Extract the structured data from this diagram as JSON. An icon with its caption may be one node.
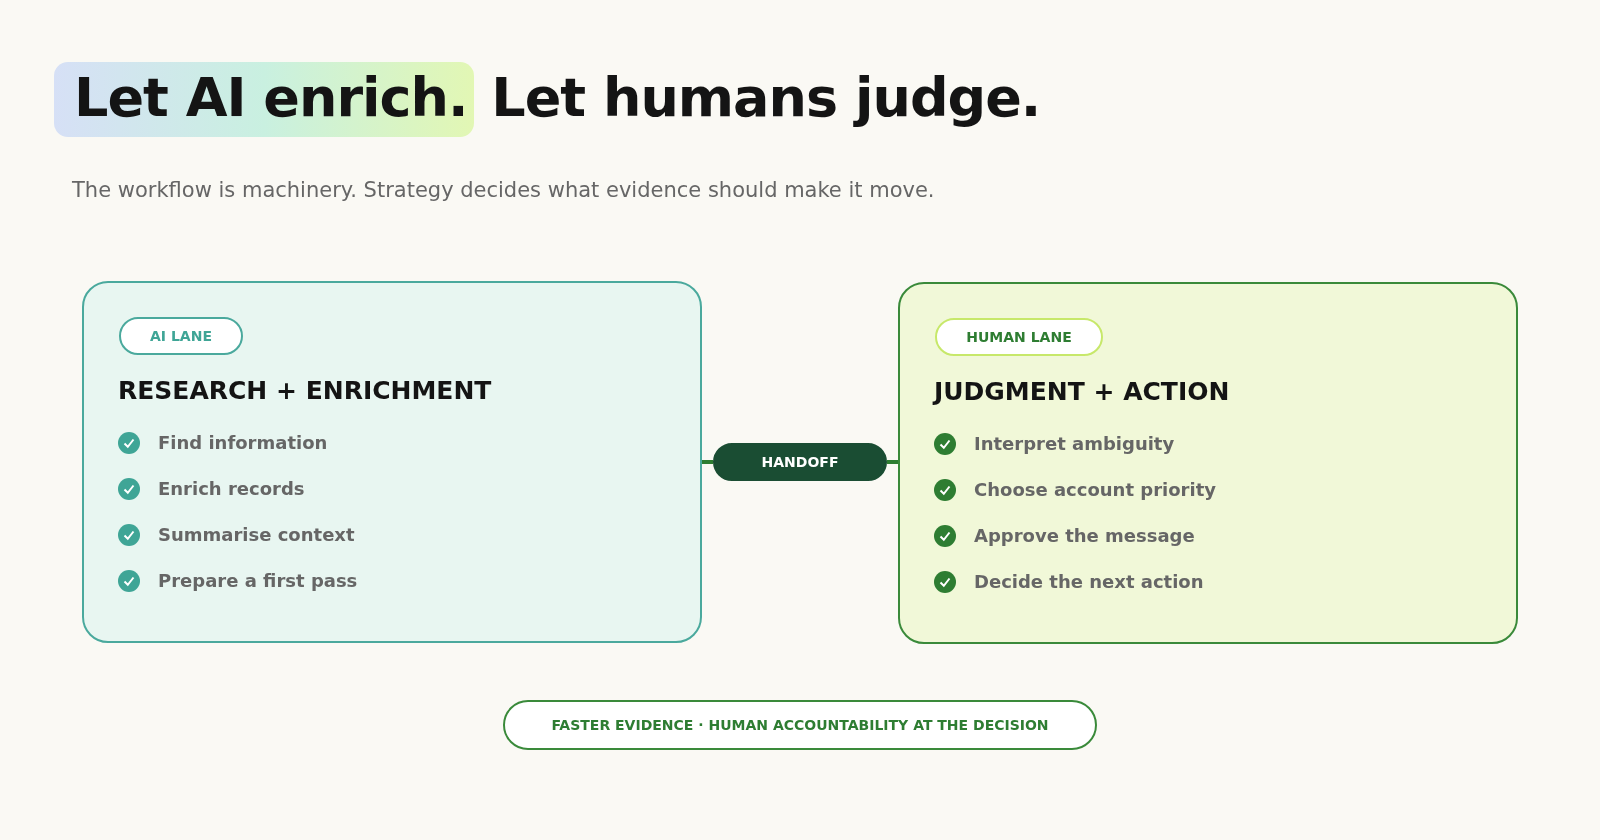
{
  "diagram": {
    "title": "Let AI enrich. Let humans judge.",
    "nodes": [
      {
        "text": [
          "RESEARCH + ENRICHMENT",
          "Find information",
          "Enrich records",
          "Summarise context",
          "Prepare a first pass"
        ]
      },
      {
        "text": [
          "AI LANE"
        ],
        "in": 0
      },
      {
        "text": [
          "HANDOFF"
        ]
      },
      {
        "text": [
          "JUDGMENT + ACTION",
          "Interpret ambiguity",
          "Choose account priority",
          "Approve the message",
          "Decide the next action"
        ]
      },
      {
        "text": [
          "HUMAN LANE"
        ],
        "in": 3
      },
      {
        "text": [
          "FASTER EVIDENCE · HUMAN ACCOUNTABILITY AT THE DECISION"
        ]
      }
    ],
    "edges": [
      {
        "from": 0,
        "to": 2,
        "arrow": "none"
      },
      {
        "from": 2,
        "to": 3,
        "arrow": "none"
      }
    ],
    "labels": [
      "The workflow is machinery. Strategy decides what evidence should make it move."
    ]
  }
}
